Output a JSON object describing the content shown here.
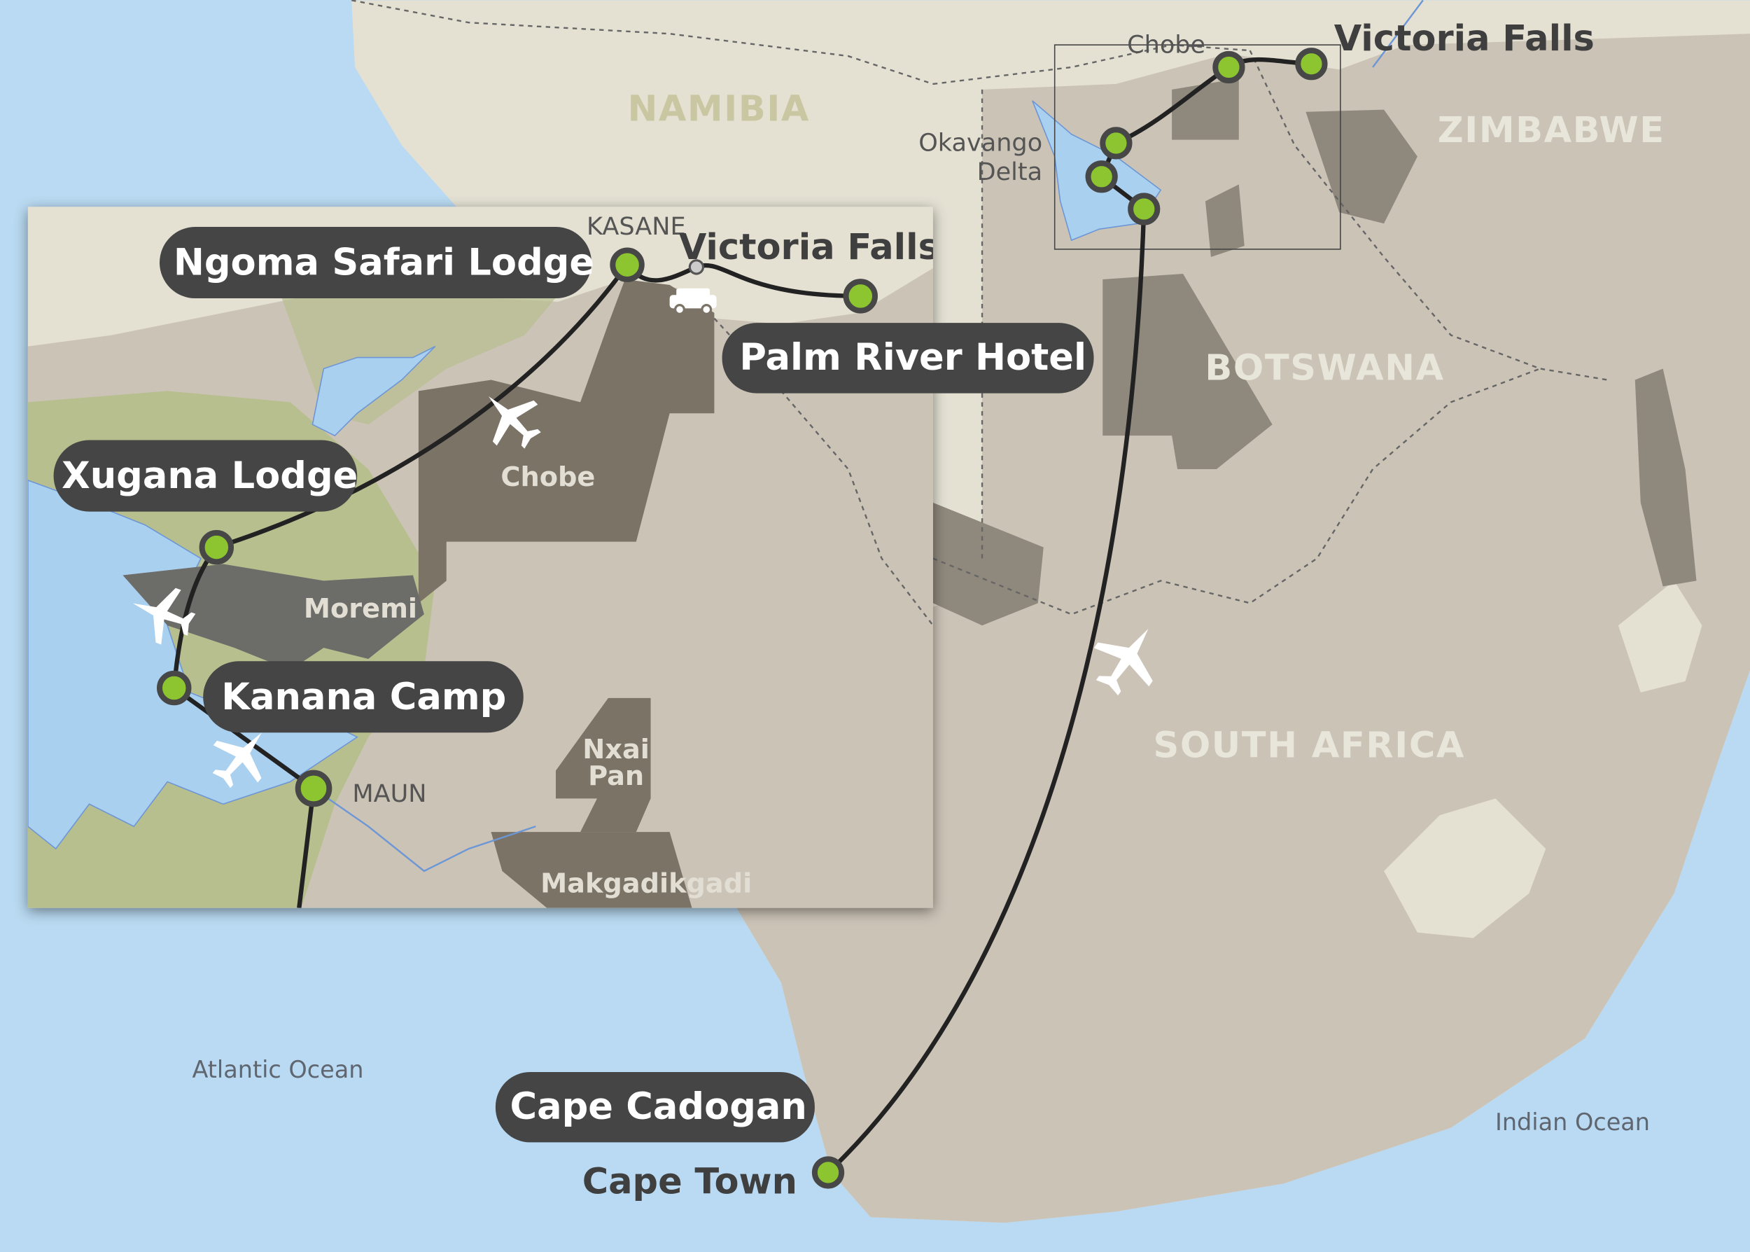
{
  "colors": {
    "ocean": "#b9daf2",
    "land_light": "#e4e1d3",
    "land_tan": "#cbc3b6",
    "park": "#8f887c",
    "water": "#aad0f0",
    "wetland": "#b7bf8e",
    "stop_marker": "#8dc530",
    "label_pill": "#454545"
  },
  "main_map": {
    "countries": [
      "NAMIBIA",
      "ZIMBABWE",
      "BOTSWANA",
      "SOUTH AFRICA"
    ],
    "places": {
      "victoria_falls": "Victoria Falls",
      "chobe": "Chobe",
      "okavango_line1": "Okavango",
      "okavango_line2": "Delta",
      "cape_town": "Cape Town"
    },
    "oceans": {
      "atlantic": "Atlantic Ocean",
      "indian": "Indian Ocean"
    },
    "lodges": {
      "cape_cadogan": "Cape Cadogan"
    },
    "icons": {
      "flight": "airplane-icon"
    }
  },
  "inset_map": {
    "lodges": {
      "ngoma": "Ngoma Safari Lodge",
      "palm_river": "Palm River Hotel",
      "xugana": "Xugana Lodge",
      "kanana": "Kanana Camp"
    },
    "places": {
      "kasane": "KASANE",
      "victoria_falls": "Victoria Falls",
      "maun": "MAUN"
    },
    "parks": {
      "chobe": "Chobe",
      "moremi": "Moremi",
      "nxai_line1": "Nxai",
      "nxai_line2": "Pan",
      "makgadikgadi": "Makgadikgadi"
    },
    "icons": {
      "flight": "airplane-icon",
      "road": "car-icon"
    }
  }
}
